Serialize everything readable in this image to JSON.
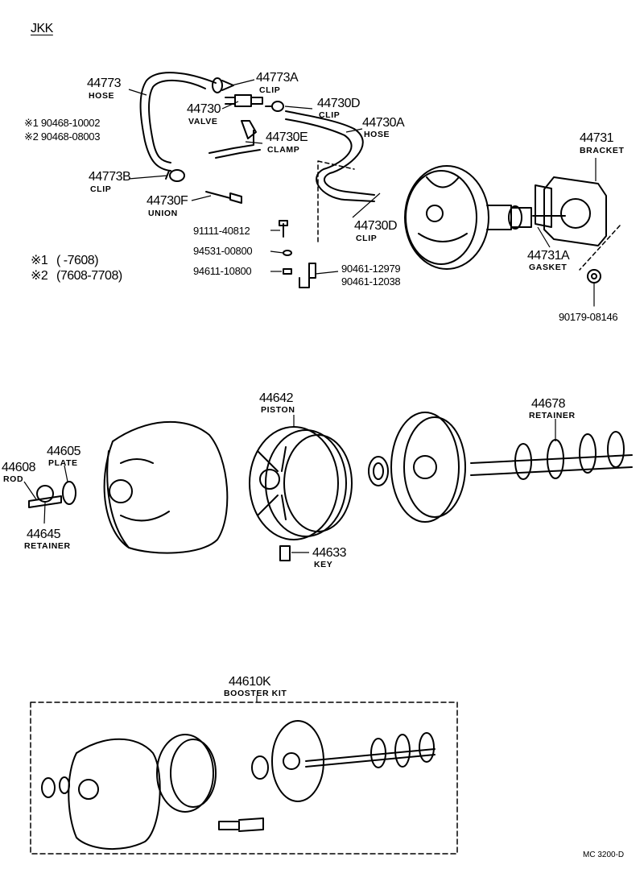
{
  "header": {
    "code": "JKK"
  },
  "footer": {
    "code": "MC  3200-D"
  },
  "notes": [
    {
      "mark": "※1",
      "text": "(       -7608)"
    },
    {
      "mark": "※2",
      "text": "(7608-7708)"
    }
  ],
  "parts": {
    "p44773": {
      "number": "44773",
      "name": "HOSE"
    },
    "p44773A": {
      "number": "44773A",
      "name": "CLIP"
    },
    "p44730": {
      "number": "44730",
      "name": "VALVE"
    },
    "p44730D_top": {
      "number": "44730D",
      "name": "CLIP"
    },
    "p44730A": {
      "number": "44730A",
      "name": "HOSE"
    },
    "p44730E": {
      "number": "44730E",
      "name": "CLAMP"
    },
    "p44773B": {
      "number": "44773B",
      "name": "CLIP"
    },
    "p44730F": {
      "number": "44730F",
      "name": "UNION"
    },
    "p44730D_mid": {
      "number": "44730D",
      "name": "CLIP"
    },
    "p44731": {
      "number": "44731",
      "name": "BRACKET"
    },
    "p44731A": {
      "number": "44731A",
      "name": "GASKET"
    },
    "p44642": {
      "number": "44642",
      "name": "PISTON"
    },
    "p44678": {
      "number": "44678",
      "name": "RETAINER"
    },
    "p44605": {
      "number": "44605",
      "name": "PLATE"
    },
    "p44608": {
      "number": "44608",
      "name": "ROD"
    },
    "p44645": {
      "number": "44645",
      "name": "RETAINER"
    },
    "p44633": {
      "number": "44633",
      "name": "KEY"
    },
    "p44610K": {
      "number": "44610K",
      "name": "BOOSTER KIT"
    }
  },
  "fasteners": {
    "f1": "※1 90468-10002",
    "f2": "※2 90468-08003",
    "f3": "91111-40812",
    "f4": "94531-00800",
    "f5": "94611-10800",
    "f6": "90461-12979",
    "f7": "90461-12038",
    "f8": "90179-08146"
  }
}
